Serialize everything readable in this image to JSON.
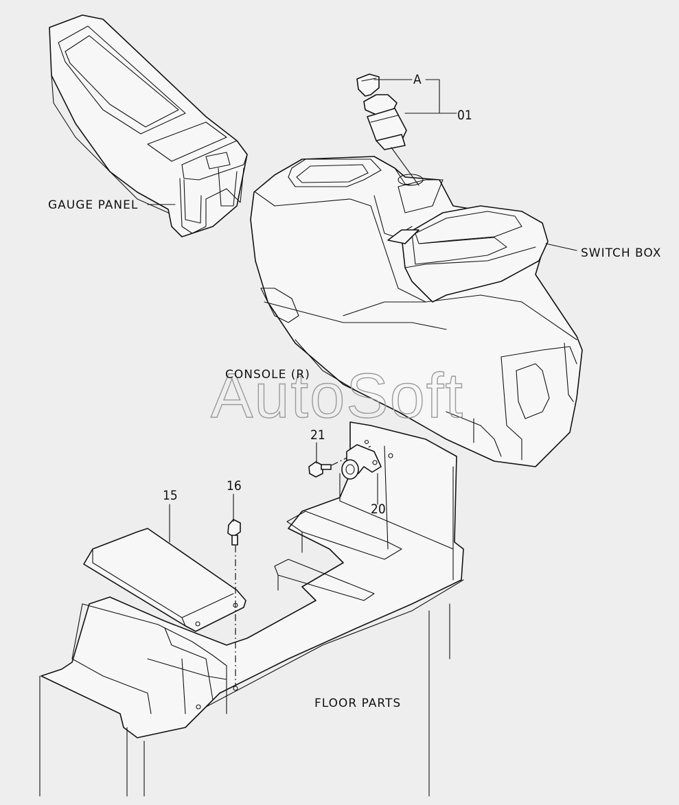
{
  "diagram": {
    "watermark": "AutoSoft",
    "labels": {
      "gauge_panel": "GAUGE PANEL",
      "switch_box": "SWITCH BOX",
      "console": "CONSOLE (R)",
      "floor_parts": "FLOOR PARTS"
    },
    "callouts": {
      "a": "A",
      "p01": "01",
      "p15": "15",
      "p16": "16",
      "p20": "20",
      "p21": "21"
    }
  }
}
